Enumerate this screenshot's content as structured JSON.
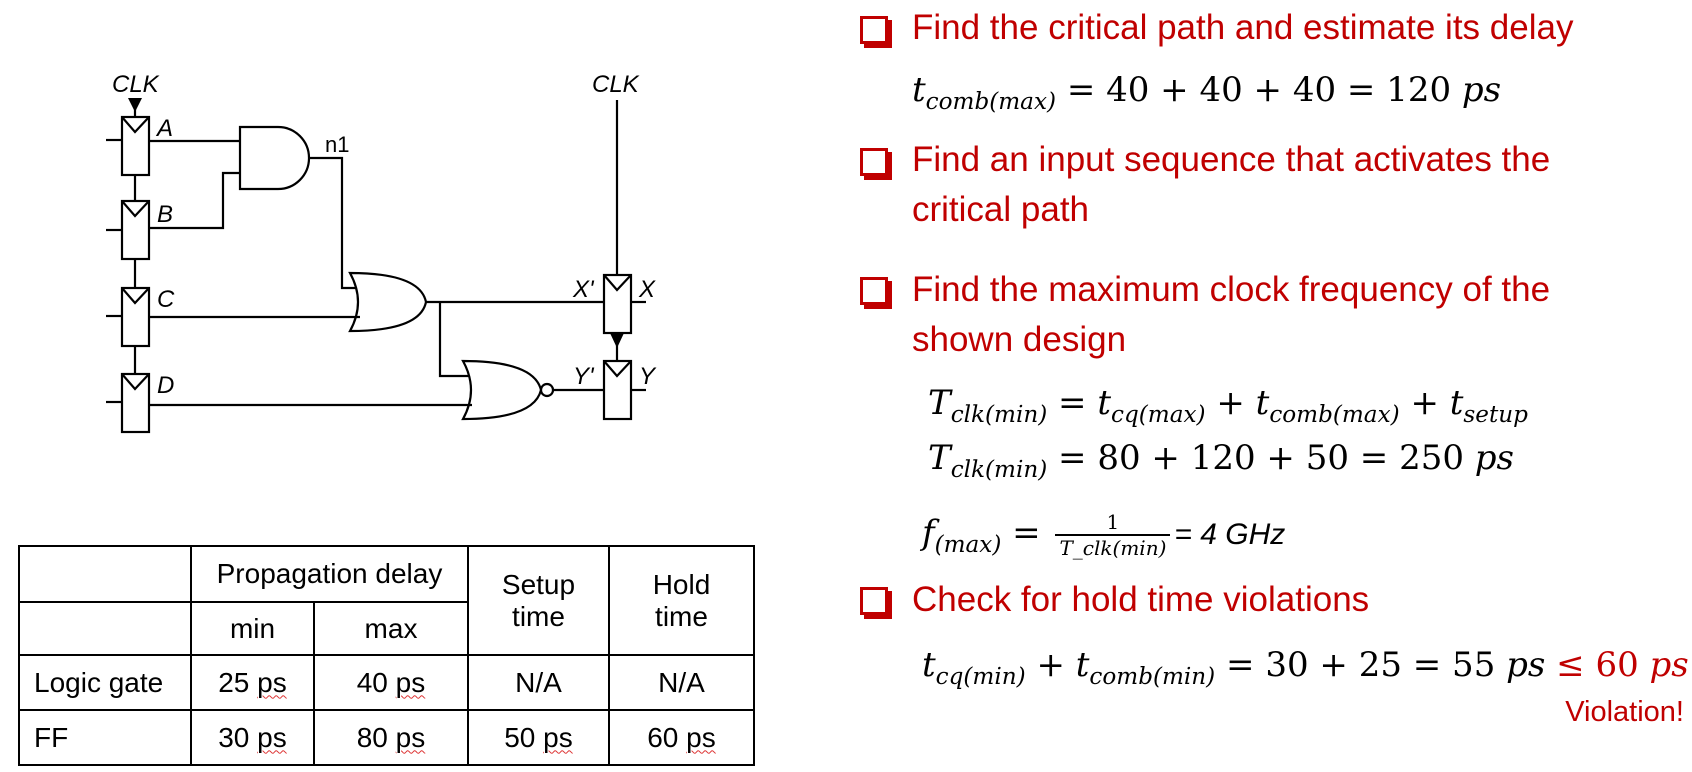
{
  "circuit": {
    "labels": {
      "clk_left": "CLK",
      "clk_right": "CLK",
      "a": "A",
      "b": "B",
      "c": "C",
      "d": "D",
      "n1": "n1",
      "xp": "X'",
      "x": "X",
      "yp": "Y'",
      "y": "Y"
    }
  },
  "table": {
    "header": {
      "prop_delay": "Propagation delay",
      "min": "min",
      "max": "max",
      "setup_1": "Setup",
      "setup_2": "time",
      "hold_1": "Hold",
      "hold_2": "time"
    },
    "rows": [
      {
        "name": "Logic gate",
        "min": "25",
        "max": "40",
        "setup": "N/A",
        "hold": "N/A"
      },
      {
        "name": "FF",
        "min": "30",
        "max": "80",
        "setup": "50",
        "hold": "60"
      }
    ],
    "unit": "ps"
  },
  "bullets": [
    "Find the critical path and estimate its delay",
    "Find an input sequence that activates the",
    "critical path",
    "Find the maximum clock frequency of the",
    "shown design",
    "Check for hold time violations"
  ],
  "equations": {
    "tcomb": {
      "lhs": "t",
      "sub": "comb(max)",
      "rhs": "= 40 + 40 + 40 = 120 ",
      "unit": "ps"
    },
    "tclk_formula": {
      "T": "T",
      "sub": "clk(min)",
      "eq": " = ",
      "t1": "t",
      "t1sub": "cq(max)",
      "plus1": " + ",
      "t2": "t",
      "t2sub": "comb(max)",
      "plus2": " + ",
      "t3": "t",
      "t3sub": "setup"
    },
    "tclk_value": {
      "T": "T",
      "sub": "clk(min)",
      "rhs": " = 80 + 120 + 50 = 250 ",
      "unit": "ps"
    },
    "fmax": {
      "f": "f",
      "sub": "(max)",
      "eq": " = ",
      "num": "1",
      "den": "T_clk(min)",
      "rhs": "= 4  GHz"
    },
    "hold": {
      "t1": "t",
      "t1sub": "cq(min)",
      "plus": " + ",
      "t2": "t",
      "t2sub": "comb(min)",
      "rhs": " = 30 + 25 = 55 ",
      "unit": "ps",
      "cmp": "≤ 60 ",
      "cmp_unit": "ps"
    },
    "violation": "Violation!"
  },
  "colors": {
    "accent": "#c00000"
  }
}
